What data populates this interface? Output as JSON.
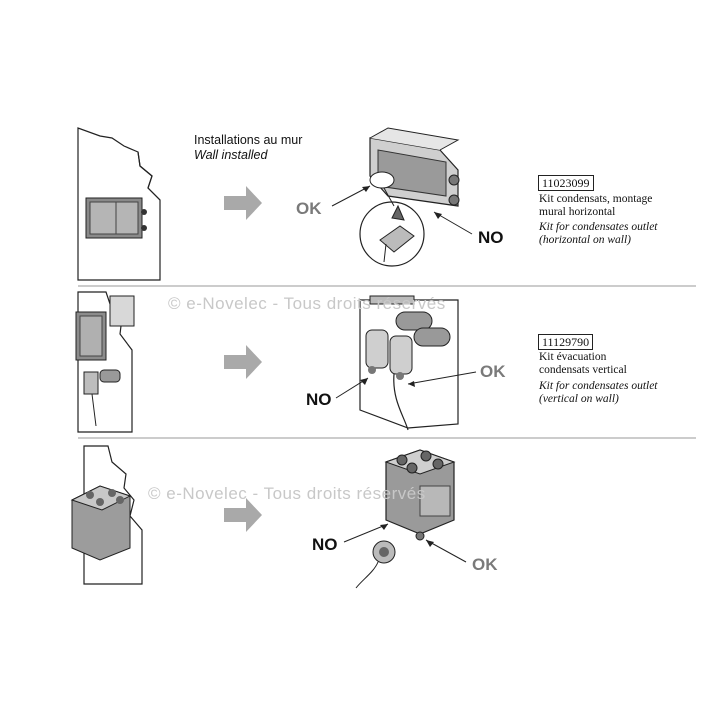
{
  "header": {
    "title_fr": "Installations au mur",
    "title_en": "Wall installed"
  },
  "watermark": "© e-Novelec - Tous droits réservés",
  "rows": [
    {
      "code": "11023099",
      "fr_line1": "Kit condensats, montage",
      "fr_line2": "mural horizontal",
      "en_line1": "Kit for condensates outlet",
      "en_line2": "(horizontal on wall)",
      "ok": "OK",
      "no": "NO"
    },
    {
      "code": "11129790",
      "fr_line1": "Kit évacuation",
      "fr_line2": "condensats vertical",
      "en_line1": "Kit for condensates outlet",
      "en_line2": "(vertical on wall)",
      "ok": "OK",
      "no": "NO"
    },
    {
      "ok": "OK",
      "no": "NO"
    }
  ],
  "colors": {
    "divider": "#9a9a9a",
    "arrow": "#a9a9a9",
    "ok_text": "#7a7a7a",
    "no_text": "#111111",
    "watermark": "#c8c8c8"
  }
}
